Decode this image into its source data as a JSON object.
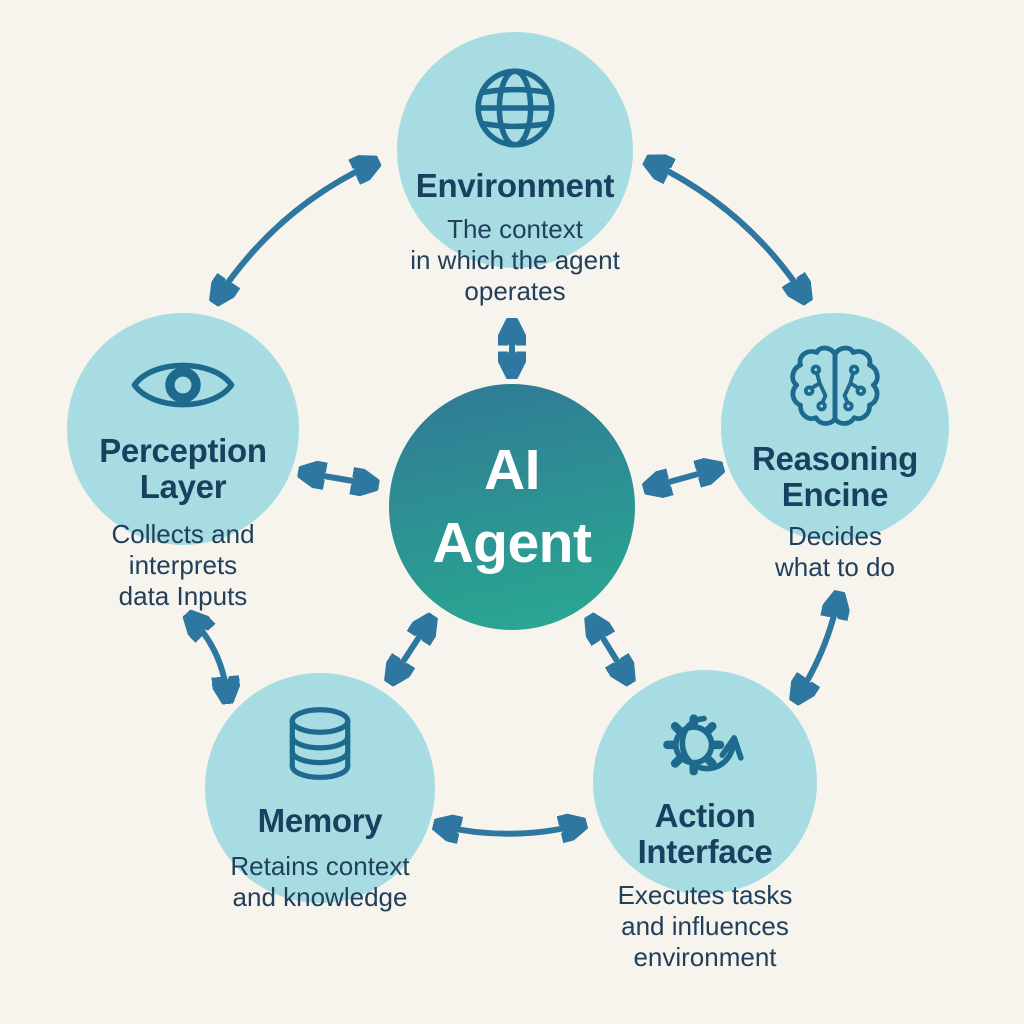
{
  "palette": {
    "background": "#f7f4ee",
    "circle_fill": "#a7dde2",
    "icon_stroke": "#1e6a8e",
    "title_color": "#1a4060",
    "desc_color": "#21405c",
    "arrow_color": "#2d77a0",
    "center_gradient_start": "#2f7d94",
    "center_gradient_end": "#2aa692",
    "center_text_color": "#ffffff"
  },
  "center": {
    "id": "ai-agent",
    "label": "AI\nAgent"
  },
  "nodes": [
    {
      "id": "environment",
      "label": "Environment",
      "description": "The context\nin which the agent\noperates",
      "icon": "globe-icon"
    },
    {
      "id": "perception-layer",
      "label": "Perception\nLayer",
      "description": "Collects and\ninterprets\ndata Inputs",
      "icon": "eye-icon"
    },
    {
      "id": "reasoning-engine",
      "label": "Reasoning\nEncine",
      "description": "Decides\nwhat to do",
      "icon": "brain-icon"
    },
    {
      "id": "memory",
      "label": "Memory",
      "description": "Retains context\nand knowledge",
      "icon": "database-icon"
    },
    {
      "id": "action-interface",
      "label": "Action\nInterface",
      "description": "Executes tasks\nand influences\nenvironment",
      "icon": "gear-sync-icon"
    }
  ],
  "connections": [
    {
      "from": "perception-layer",
      "to": "environment",
      "style": "curved",
      "bidirectional": true
    },
    {
      "from": "environment",
      "to": "reasoning-engine",
      "style": "curved",
      "bidirectional": true
    },
    {
      "from": "environment",
      "to": "ai-agent",
      "style": "straight",
      "bidirectional": true
    },
    {
      "from": "perception-layer",
      "to": "ai-agent",
      "style": "straight",
      "bidirectional": true
    },
    {
      "from": "ai-agent",
      "to": "reasoning-engine",
      "style": "straight",
      "bidirectional": true
    },
    {
      "from": "ai-agent",
      "to": "memory",
      "style": "straight",
      "bidirectional": true
    },
    {
      "from": "ai-agent",
      "to": "action-interface",
      "style": "straight",
      "bidirectional": true
    },
    {
      "from": "perception-layer",
      "to": "memory",
      "style": "curved",
      "bidirectional": true
    },
    {
      "from": "reasoning-engine",
      "to": "action-interface",
      "style": "curved",
      "bidirectional": true
    },
    {
      "from": "memory",
      "to": "action-interface",
      "style": "curved",
      "bidirectional": true
    }
  ]
}
